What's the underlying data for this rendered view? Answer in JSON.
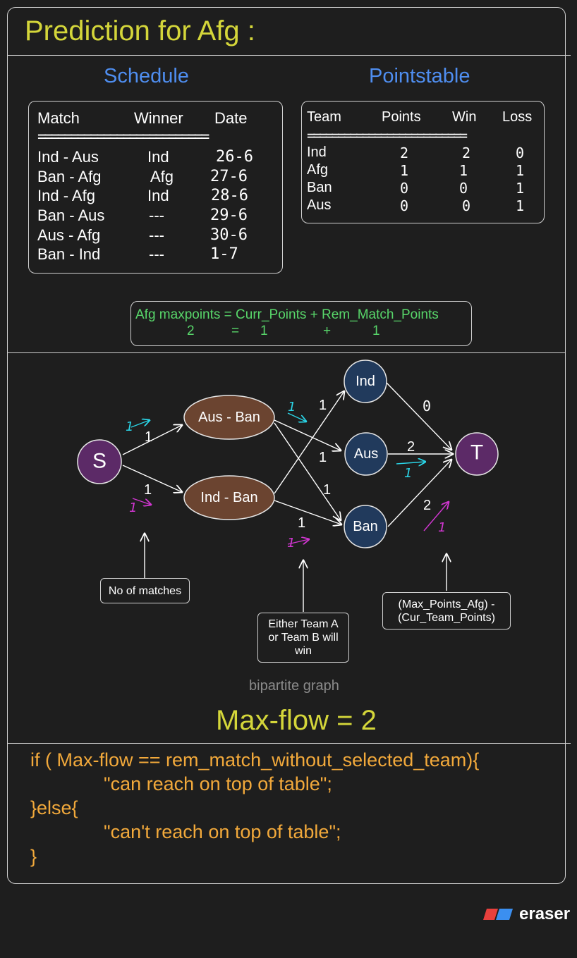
{
  "title": "Prediction for Afg :",
  "schedule": {
    "title": "Schedule",
    "headers": [
      "Match",
      "Winner",
      "Date"
    ],
    "separator": "==========================",
    "rows": [
      {
        "match": "Ind - Aus",
        "winner": "Ind",
        "date": "26-6"
      },
      {
        "match": "Ban - Afg",
        "winner": "Afg",
        "date": "27-6"
      },
      {
        "match": "Ind - Afg",
        "winner": "Ind",
        "date": "28-6"
      },
      {
        "match": "Ban - Aus",
        "winner": "---",
        "date": "29-6"
      },
      {
        "match": "Aus - Afg",
        "winner": "---",
        "date": "30-6"
      },
      {
        "match": "Ban - Ind",
        "winner": "---",
        "date": "1-7"
      }
    ]
  },
  "pointstable": {
    "title": "Pointstable",
    "headers": [
      "Team",
      "Points",
      "Win",
      "Loss"
    ],
    "separator": "==========================",
    "rows": [
      {
        "team": "Ind",
        "points": "2",
        "win": "2",
        "loss": "0"
      },
      {
        "team": "Afg",
        "points": "1",
        "win": "1",
        "loss": "1"
      },
      {
        "team": "Ban",
        "points": "0",
        "win": "0",
        "loss": "1"
      },
      {
        "team": "Aus",
        "points": "0",
        "win": "0",
        "loss": "1"
      }
    ]
  },
  "formula": {
    "line1": "Afg maxpoints = Curr_Points + Rem_Match_Points",
    "v_total": "2",
    "eq": "=",
    "v_curr": "1",
    "plus": "+",
    "v_rem": "1"
  },
  "graph": {
    "nodes": {
      "source": "S",
      "match1": "Aus - Ban",
      "match2": "Ind - Ban",
      "team1": "Ind",
      "team2": "Aus",
      "team3": "Ban",
      "sink": "T"
    },
    "capacities": {
      "s_m1": "1",
      "s_m2": "1",
      "m1_team": "1",
      "m2_ind": "1",
      "m_aus": "1",
      "m_ban_a": "1",
      "m_ban_b": "1",
      "ind_t": "0",
      "aus_t": "2",
      "ban_t": "2"
    },
    "flows": {
      "s_m1": "1",
      "s_m2": "1",
      "m1_aus": "1",
      "m2_ban": "1",
      "aus_t": "1",
      "ban_t": "1"
    },
    "colors": {
      "match_node": "#6b4430",
      "team_node": "#213a5c",
      "terminal_node": "#5c2a67",
      "flow_cyan": "#2ad4e6",
      "flow_magenta": "#d236d2"
    }
  },
  "notes": {
    "matches": "No of matches",
    "either_line1": "Either Team A",
    "either_line2": "or Team B will",
    "either_line3": "win",
    "cap_line1": "(Max_Points_Afg) -",
    "cap_line2": "(Cur_Team_Points)"
  },
  "caption": "bipartite graph",
  "maxflow": "Max-flow = 2",
  "code": {
    "line1": "if ( Max-flow == rem_match_without_selected_team){",
    "line2": "\"can reach on top of table\";",
    "line3": "}else{",
    "line4": "\"can't reach on top of table\";",
    "line5": "}"
  },
  "logo": "eraser"
}
